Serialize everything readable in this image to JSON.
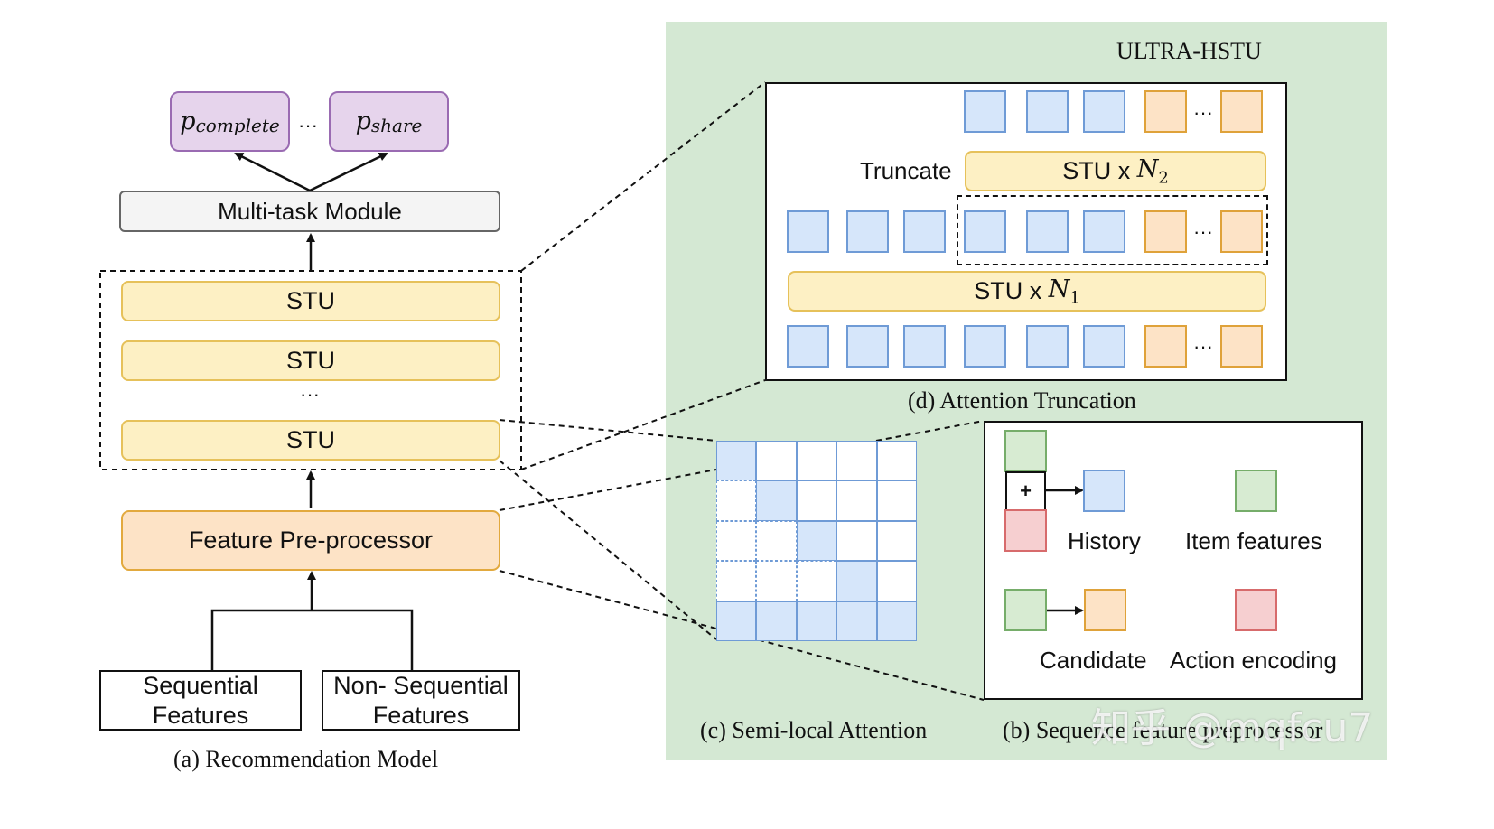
{
  "left": {
    "p_complete": {
      "base": "p",
      "sub": "complete"
    },
    "p_share": {
      "base": "p",
      "sub": "share"
    },
    "p_ellipsis": "···",
    "multitask": "Multi-task Module",
    "stu_label": "STU",
    "stu_ellipsis": "···",
    "preprocessor": "Feature Pre-processor",
    "sequential": "Sequential Features",
    "nonsequential": "Non- Sequential Features",
    "caption": "(a) Recommendation Model"
  },
  "right": {
    "title": "ULTRA-HSTU",
    "truncation": {
      "truncate_label": "Truncate",
      "stu2": {
        "text": "STU x ",
        "var": "N",
        "sub": "2"
      },
      "stu1": {
        "text": "STU x ",
        "var": "N",
        "sub": "1"
      },
      "ellipsis": "···",
      "caption": "(d) Attention Truncation"
    },
    "semilocal_caption": "(c) Semi-local Attention",
    "preproc": {
      "plus": "+",
      "history": "History",
      "item_features": "Item features",
      "candidate": "Candidate",
      "action_encoding": "Action encoding",
      "caption": "(b) Sequence feature preprocessor"
    }
  },
  "watermark": "知乎 @mqfcu7",
  "colors": {
    "panel_bg": "#d4e8d3",
    "history_blue": "#d6e6fa",
    "candidate_orange": "#fde3c6",
    "stu_yellow": "#fdf0c4",
    "item_green": "#d7ebd2",
    "action_red": "#f6cfd0",
    "task_purple": "#e6d4ec"
  }
}
